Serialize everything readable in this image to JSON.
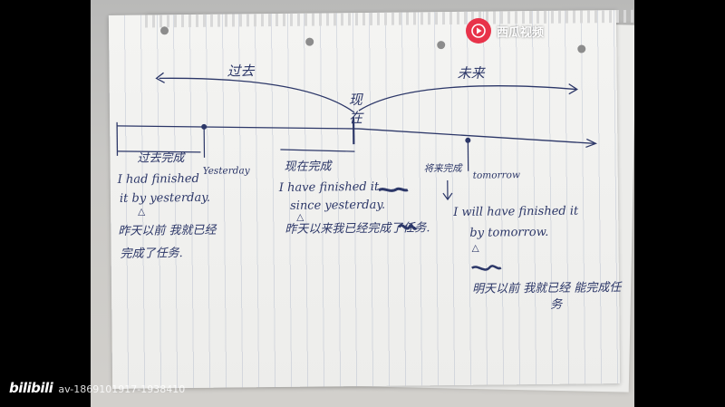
{
  "watermarks": {
    "platform": "西瓜视频",
    "source_logo": "bilibili",
    "video_id": "av-1869101917-1938410"
  },
  "notes": {
    "past_label": "过去",
    "now_label_top": "现",
    "now_label_bottom": "在",
    "future_label": "未来",
    "past_complete": "过去完成",
    "yesterday": "Yesterday",
    "past_sentence_1": "I had finished",
    "past_sentence_2": "it by yesterday.",
    "past_mark": "△",
    "past_translation_1": "昨天以前 我就已经",
    "past_translation_2": "完成了任务.",
    "present_complete": "现在完成",
    "present_sentence_1": "I have finished it",
    "present_sentence_2": "since yesterday.",
    "present_mark": "△",
    "present_translation": "昨天以来我已经完成了任务.",
    "future_complete": "将来完成",
    "tomorrow": "tomorrow",
    "future_sentence_1": "I will have finished it",
    "future_sentence_2": "by tomorrow.",
    "future_mark": "△",
    "future_translation_1": "明天以前 我就已经 能完成任",
    "future_translation_2": "务"
  },
  "colors": {
    "ink": "#2c3768",
    "brand_red": "#e8334a"
  }
}
